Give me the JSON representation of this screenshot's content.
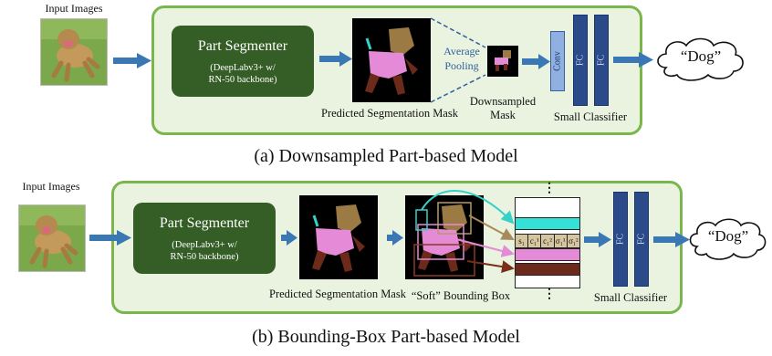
{
  "panel_a": {
    "input_label": "Input Images",
    "segmenter_title": "Part Segmenter",
    "segmenter_sub1": "(DeepLabv3+ w/",
    "segmenter_sub2": "RN-50 backbone)",
    "mask_caption": "Predicted Segmentation Mask",
    "pool_line1": "Average",
    "pool_line2": "Pooling",
    "downsampled_line1": "Downsampled",
    "downsampled_line2": "Mask",
    "conv_label": "Conv",
    "fc1_label": "FC",
    "fc2_label": "FC",
    "classifier_caption": "Small Classifier",
    "output_label": "“Dog”",
    "subcaption": "(a) Downsampled Part-based Model"
  },
  "panel_b": {
    "input_label": "Input Images",
    "segmenter_title": "Part Segmenter",
    "segmenter_sub1": "(DeepLabv3+ w/",
    "segmenter_sub2": "RN-50 backbone)",
    "mask_caption": "Predicted Segmentation Mask",
    "bbox_caption": "“Soft” Bounding Box",
    "feature_cells": [
      "s₁",
      "c₁¹",
      "c₁²",
      "σ₁¹",
      "σ₁²"
    ],
    "fc1_label": "FC",
    "fc2_label": "FC",
    "classifier_caption": "Small Classifier",
    "output_label": "“Dog”",
    "subcaption": "(b) Bounding-Box Part-based Model"
  },
  "colors": {
    "panel_border": "#7ab64c",
    "panel_fill": "#eaf3e0",
    "segmenter_fill": "#355d26",
    "arrow": "#3a78b5",
    "fc_layer": "#2a4a8a",
    "conv_layer": "#8fb0e0",
    "part_head": "#9c7a44",
    "part_torso": "#e58ad6",
    "part_legs": "#6b2a1a",
    "part_ear": "#35d0c8"
  }
}
